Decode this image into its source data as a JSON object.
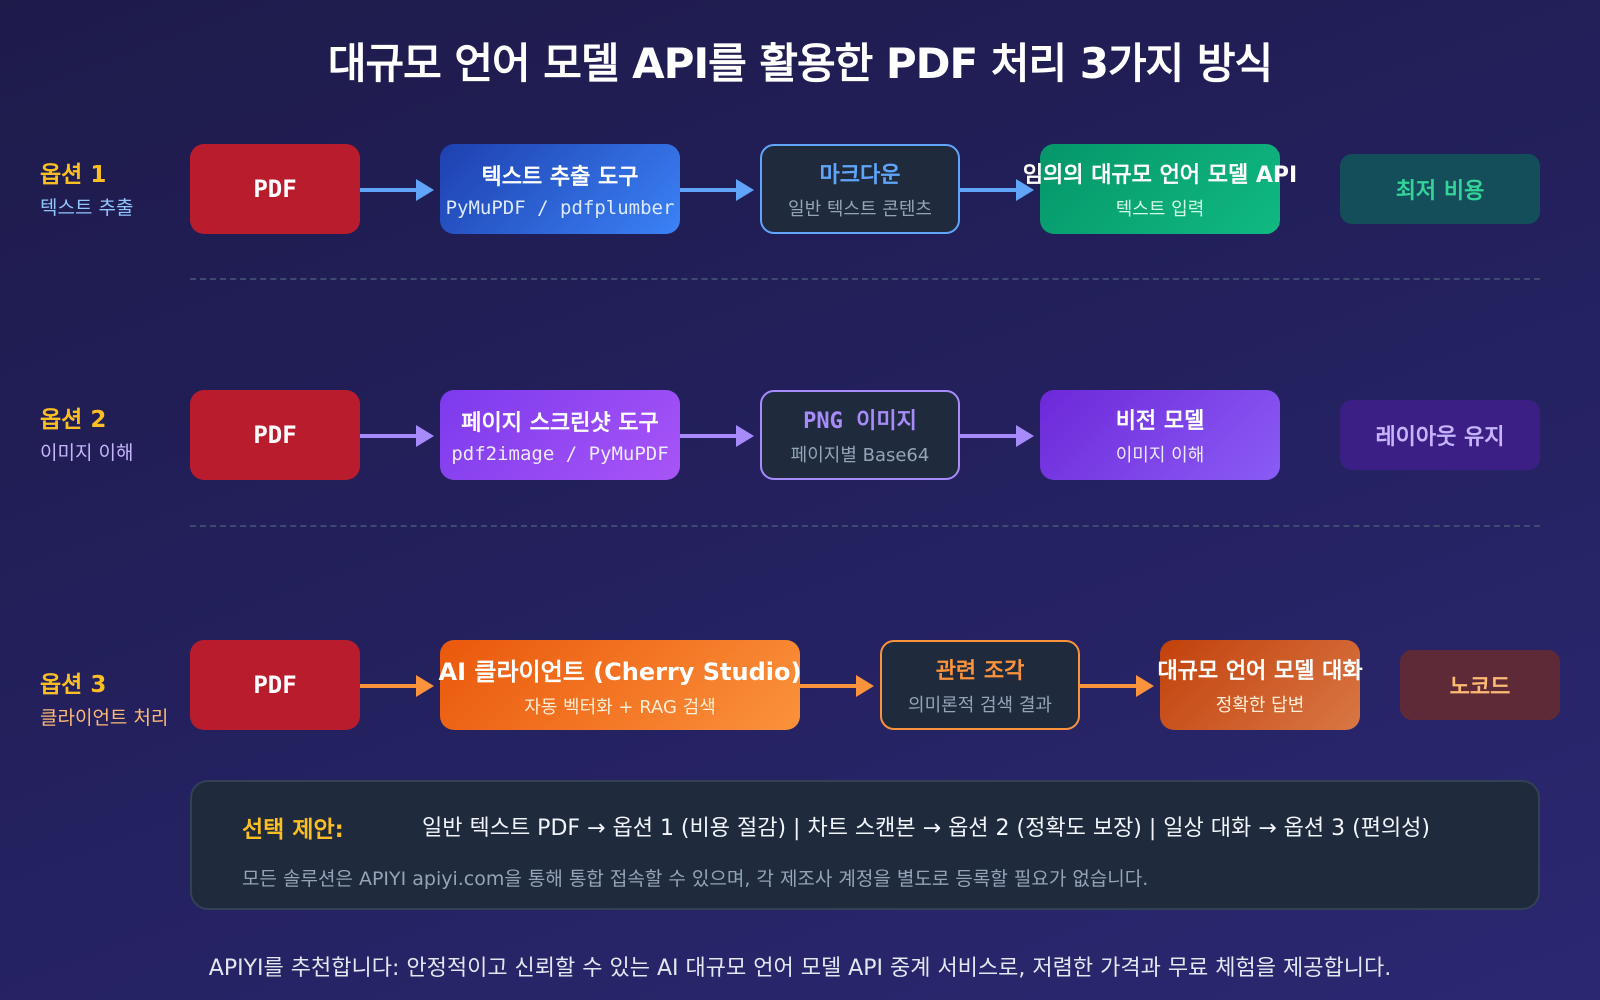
{
  "title": "대규모 언어 모델 API를 활용한 PDF 처리 3가지 방식",
  "colors": {
    "background": "#221f5a",
    "option_label": "#fbbf24",
    "pdf_box": "#b91c2c",
    "option1_accent": "#60a5fa",
    "option2_accent": "#a78bfa",
    "option3_accent": "#fb923c"
  },
  "options": [
    {
      "label": "옵션 1",
      "sublabel": "텍스트 추출",
      "steps": [
        {
          "main": "PDF",
          "desc": ""
        },
        {
          "main": "텍스트 추출 도구",
          "desc": "PyMuPDF / pdfplumber"
        },
        {
          "main": "마크다운",
          "desc": "일반 텍스트 콘텐츠"
        },
        {
          "main": "임의의 대규모 언어 모델 API",
          "desc": "텍스트 입력"
        }
      ],
      "tag": "최저 비용"
    },
    {
      "label": "옵션 2",
      "sublabel": "이미지 이해",
      "steps": [
        {
          "main": "PDF",
          "desc": ""
        },
        {
          "main": "페이지 스크린샷 도구",
          "desc": "pdf2image / PyMuPDF"
        },
        {
          "main": "PNG 이미지",
          "desc": "페이지별 Base64"
        },
        {
          "main": "비전 모델",
          "desc": "이미지 이해"
        }
      ],
      "tag": "레이아웃 유지"
    },
    {
      "label": "옵션 3",
      "sublabel": "클라이언트 처리",
      "steps": [
        {
          "main": "PDF",
          "desc": ""
        },
        {
          "main": "AI 클라이언트 (Cherry Studio)",
          "desc": "자동 벡터화 + RAG 검색"
        },
        {
          "main": "관련 조각",
          "desc": "의미론적 검색 결과"
        },
        {
          "main": "대규모 언어 모델 대화",
          "desc": "정확한 답변"
        }
      ],
      "tag": "노코드"
    }
  ],
  "suggestion": {
    "label": "선택 제안:",
    "text": "일반 텍스트 PDF → 옵션 1 (비용 절감) | 차트 스캔본 → 옵션 2 (정확도 보장) | 일상 대화 → 옵션 3 (편의성)",
    "note": "모든 솔루션은 APIYI apiyi.com을 통해 통합 접속할 수 있으며, 각 제조사 계정을 별도로 등록할 필요가 없습니다."
  },
  "footer": "APIYI를 추천합니다: 안정적이고 신뢰할 수 있는 AI 대규모 언어 모델 API 중계 서비스로, 저렴한 가격과 무료 체험을 제공합니다."
}
